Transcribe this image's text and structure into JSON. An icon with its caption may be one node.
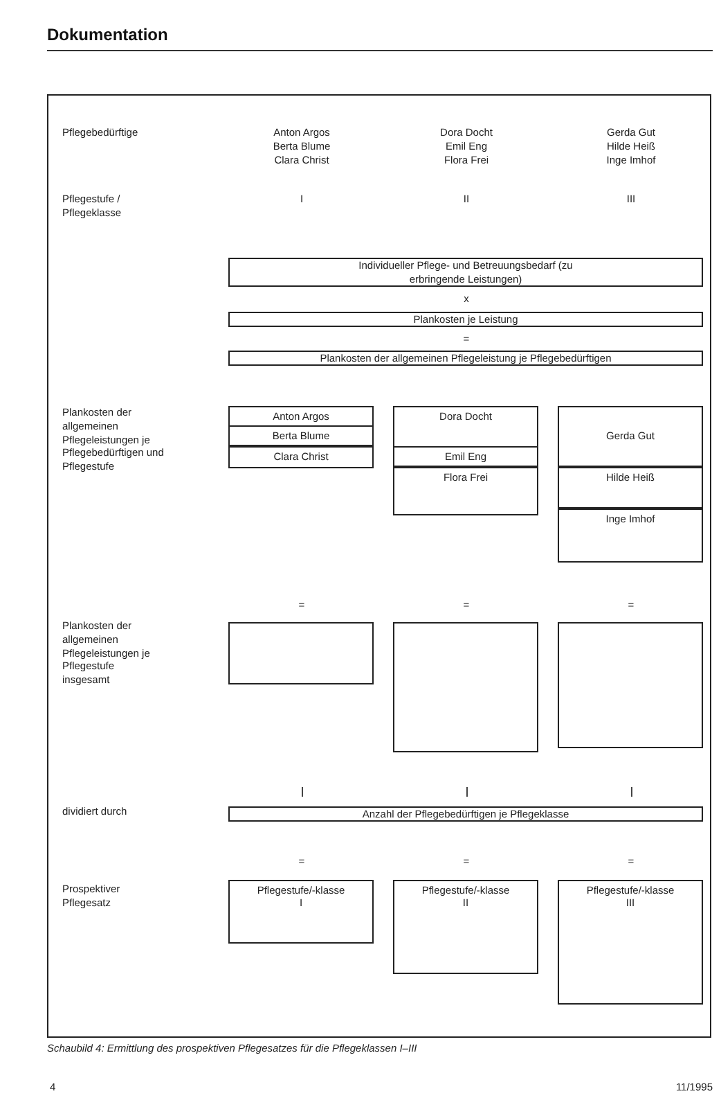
{
  "diagram": {
    "title": "Dokumentation",
    "caption": "Schaubild 4: Ermittlung des prospektiven Pflegesatzes für die Pflegeklassen I–III",
    "nodes": [
      {
        "text": [
          "Individueller Pflege- und Betreuungsbedarf (zu erbringende Leistungen)"
        ]
      },
      {
        "text": [
          "Plankosten je Leistung"
        ]
      },
      {
        "text": [
          "Plankosten der allgemeinen Pflegeleistung je Pflegebedürftigen"
        ]
      },
      {
        "text": [
          "Anton Argos"
        ]
      },
      {
        "text": [
          "Berta Blume"
        ]
      },
      {
        "text": [
          "Clara Christ"
        ]
      },
      {
        "text": [
          "Dora Docht"
        ]
      },
      {
        "text": [
          "Emil Eng"
        ]
      },
      {
        "text": [
          "Flora Frei"
        ]
      },
      {
        "text": [
          "Gerda Gut"
        ]
      },
      {
        "text": [
          "Hilde Heiß"
        ]
      },
      {
        "text": [
          "Inge Imhof"
        ]
      },
      {
        "text": [],
        "shape": "box"
      },
      {
        "text": [],
        "shape": "box"
      },
      {
        "text": [],
        "shape": "box"
      },
      {
        "text": [
          "Anzahl der Pflegebedürftigen je Pflegeklasse"
        ]
      },
      {
        "text": [
          "Pflegestufe/-klasse",
          "I"
        ]
      },
      {
        "text": [
          "Pflegestufe/-klasse",
          "II"
        ]
      },
      {
        "text": [
          "Pflegestufe/-klasse",
          "III"
        ]
      }
    ],
    "labels": [
      "Pflegebedürftige",
      "Anton Argos",
      "Berta Blume",
      "Clara Christ",
      "Dora Docht",
      "Emil Eng",
      "Flora Frei",
      "Gerda Gut",
      "Hilde Heiß",
      "Inge Imhof",
      "Pflegestufe / Pflegeklasse",
      "I",
      "II",
      "III",
      "x",
      "=",
      "Plankosten der allgemeinen Pflegeleistungen je Pflegebedürftigen und Pflegestufe",
      "=",
      "=",
      "=",
      "Plankosten der allgemeinen Pflegeleistungen je Pflegestufe insgesamt",
      "dividiert durch",
      "=",
      "=",
      "=",
      "Prospektiver Pflegesatz",
      "4",
      "11/1995"
    ]
  }
}
